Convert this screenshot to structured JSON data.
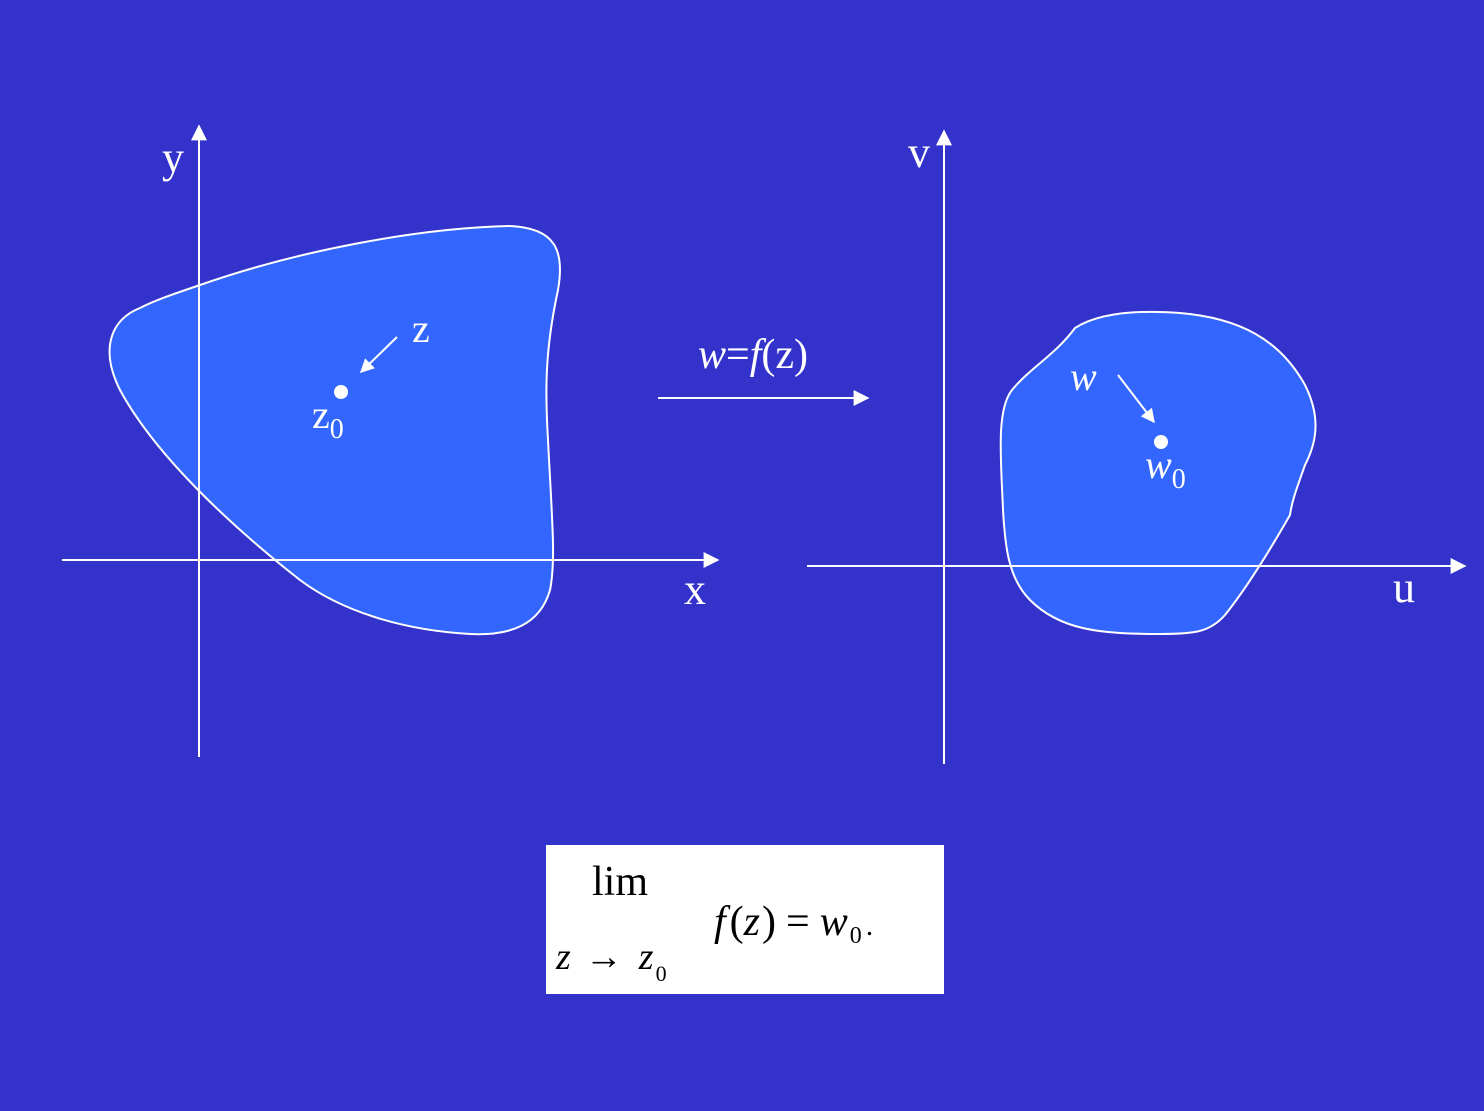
{
  "colors": {
    "background": "#3333cc",
    "region_fill": "#3366ff",
    "stroke": "#ffffff",
    "formula_bg": "#ffffff",
    "formula_text": "#000000"
  },
  "z_plane": {
    "x_axis_label": "x",
    "y_axis_label": "y",
    "point_label_z": "z",
    "point_label_z0_base": "z",
    "point_label_z0_sub": "0"
  },
  "mapping": {
    "w_italic": "w",
    "equals": "=",
    "f_italic": "f",
    "arg": "(z)"
  },
  "w_plane": {
    "u_axis_label": "u",
    "v_axis_label": "v",
    "point_label_w": "w",
    "point_label_w0_base": "w",
    "point_label_w0_sub": "0"
  },
  "formula": {
    "lim": "lim",
    "under_z": "z",
    "under_arrow": "→",
    "under_z0_base": "z",
    "under_z0_sub": "0",
    "f": "f",
    "open_paren": "(",
    "z": "z",
    "close_paren": ")",
    "equals": "=",
    "w": "w",
    "w_sub": "0",
    "period": "."
  }
}
